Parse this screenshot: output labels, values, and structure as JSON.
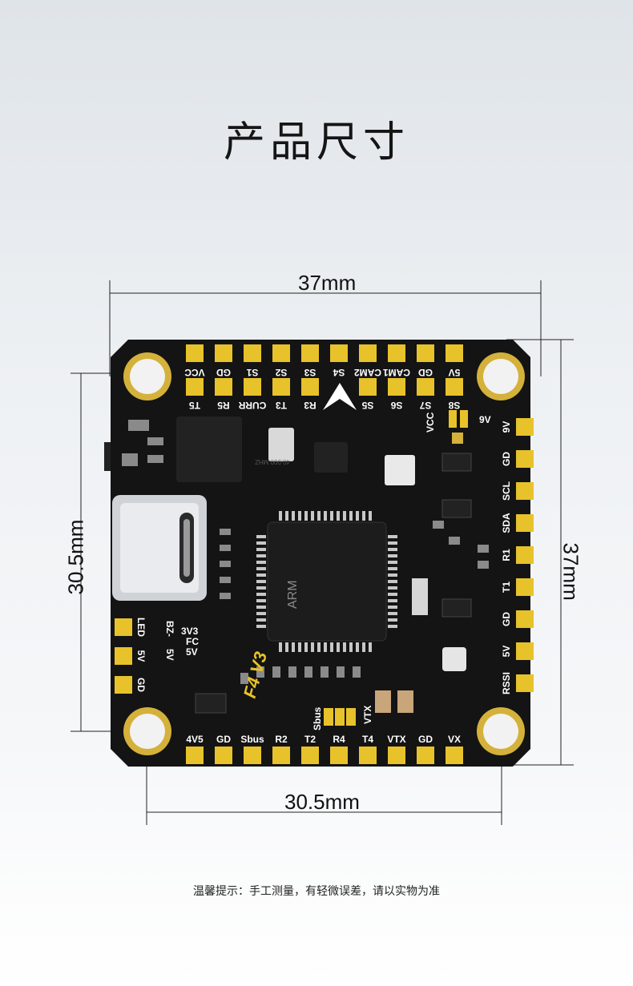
{
  "page_title": "产品尺寸",
  "dimensions": {
    "top": "37mm",
    "right": "37mm",
    "left": "30.5mm",
    "bottom": "30.5mm"
  },
  "board": {
    "model": "F4 V3",
    "chip_marking": "ARM",
    "crystal_marking": "40.000 MHZ",
    "top_pads_upper": [
      "VCC",
      "GD",
      "S1",
      "S2",
      "S3",
      "S4",
      "CAM2",
      "CAM1",
      "GD",
      "5V"
    ],
    "top_pads_lower": [
      "T5",
      "R5",
      "CURR",
      "T3",
      "R3",
      "S5",
      "S6",
      "S7",
      "S8"
    ],
    "right_pads": [
      "9V",
      "GD",
      "SCL",
      "SDA",
      "R1",
      "T1",
      "GD",
      "5V",
      "RSSI"
    ],
    "bottom_pads": [
      "4V5",
      "GD",
      "Sbus",
      "R2",
      "T2",
      "R4",
      "T4",
      "VTX",
      "GD",
      "VX"
    ],
    "left_pads": [
      "LED",
      "5V",
      "GD"
    ],
    "misc_labels": [
      "BZ-",
      "3V3",
      "FC",
      "5V",
      "5V",
      "VCC",
      "9V",
      "Sbus",
      "VTX"
    ]
  },
  "note": "温馨提示：手工测量，有轻微误差，请以实物为准",
  "colors": {
    "board": "#141414",
    "pad": "#e8c22a",
    "ring": "#d4b13a"
  }
}
